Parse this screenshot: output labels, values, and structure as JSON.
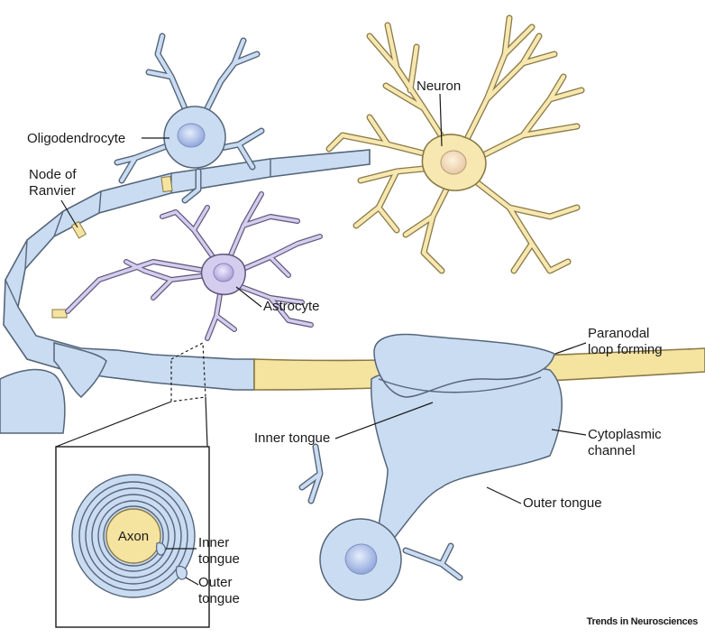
{
  "labels": {
    "oligodendrocyte": "Oligodendrocyte",
    "node_line1": "Node of",
    "node_line2": "Ranvier",
    "neuron": "Neuron",
    "astrocyte": "Astrocyte",
    "paranodal_line1": "Paranodal",
    "paranodal_line2": "loop forming",
    "inner_tongue": "Inner tongue",
    "cytoplasmic_line1": "Cytoplasmic",
    "cytoplasmic_line2": "channel",
    "outer_tongue": "Outer tongue",
    "inset_axon": "Axon",
    "inset_inner_line1": "Inner",
    "inset_inner_line2": "tongue",
    "inset_outer_line1": "Outer",
    "inset_outer_line2": "tongue"
  },
  "credit": "Trends in Neurosciences",
  "colors": {
    "myelin": "#c9dcf1",
    "axon": "#f5e3a0",
    "astrocyte": "#d4cdee",
    "neuron": "#f7e7b0",
    "outline": "#55657a"
  }
}
